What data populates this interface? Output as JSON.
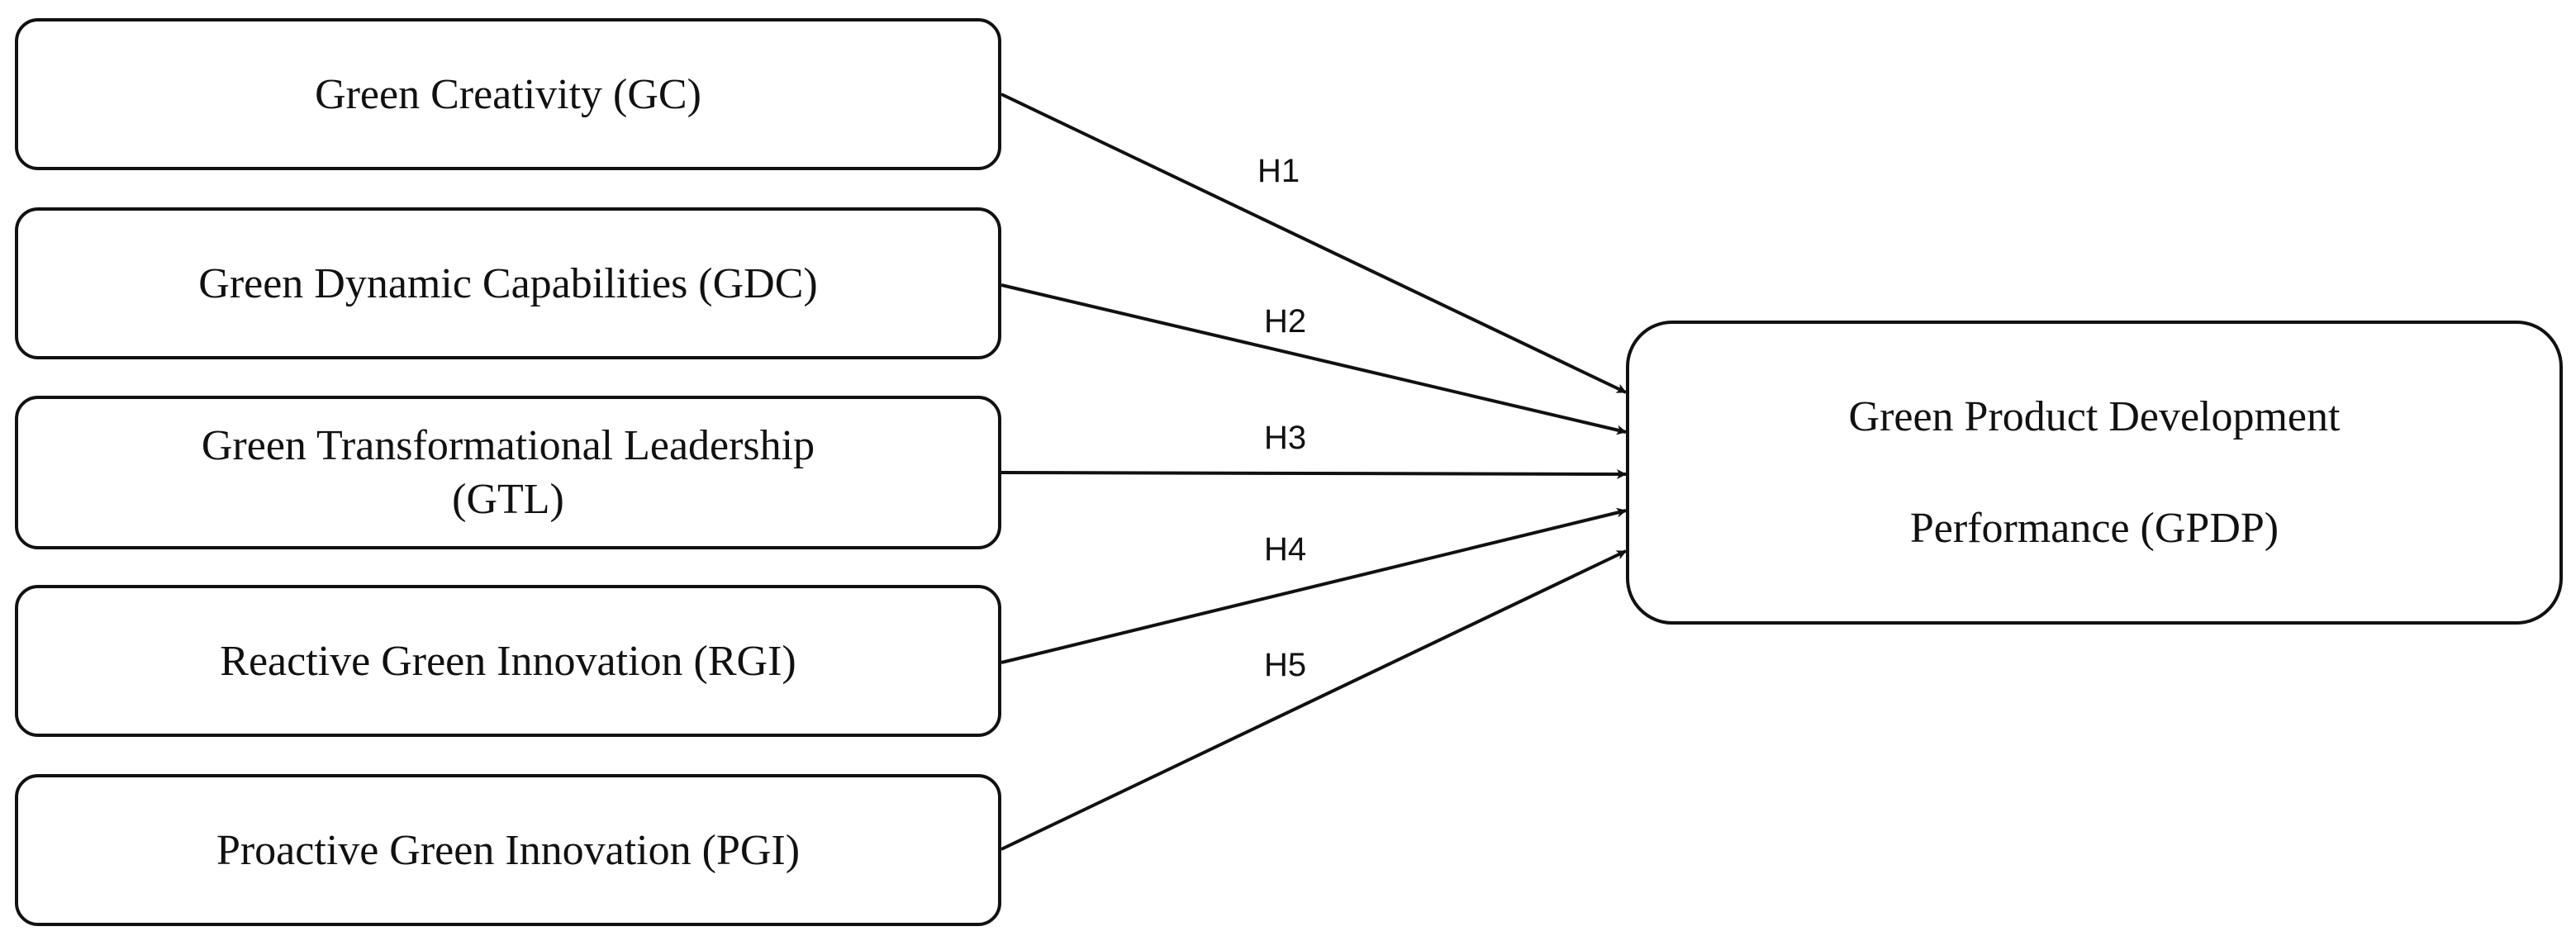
{
  "constructs": [
    {
      "id": "gc",
      "lines": [
        "Green Creativity (GC)"
      ]
    },
    {
      "id": "gdc",
      "lines": [
        "Green Dynamic Capabilities (GDC)"
      ]
    },
    {
      "id": "gtl",
      "lines": [
        "Green Transformational Leadership",
        "(GTL)"
      ]
    },
    {
      "id": "rgi",
      "lines": [
        "Reactive Green Innovation (RGI)"
      ]
    },
    {
      "id": "pgi",
      "lines": [
        "Proactive Green Innovation (PGI)"
      ]
    }
  ],
  "outcome": {
    "id": "gpdp",
    "lines": [
      "Green Product Development",
      "Performance (GPDP)"
    ]
  },
  "hypotheses": [
    {
      "label": "H1",
      "from": "gc",
      "to": "gpdp"
    },
    {
      "label": "H2",
      "from": "gdc",
      "to": "gpdp"
    },
    {
      "label": "H3",
      "from": "gtl",
      "to": "gpdp"
    },
    {
      "label": "H4",
      "from": "rgi",
      "to": "gpdp"
    },
    {
      "label": "H5",
      "from": "pgi",
      "to": "gpdp"
    }
  ]
}
